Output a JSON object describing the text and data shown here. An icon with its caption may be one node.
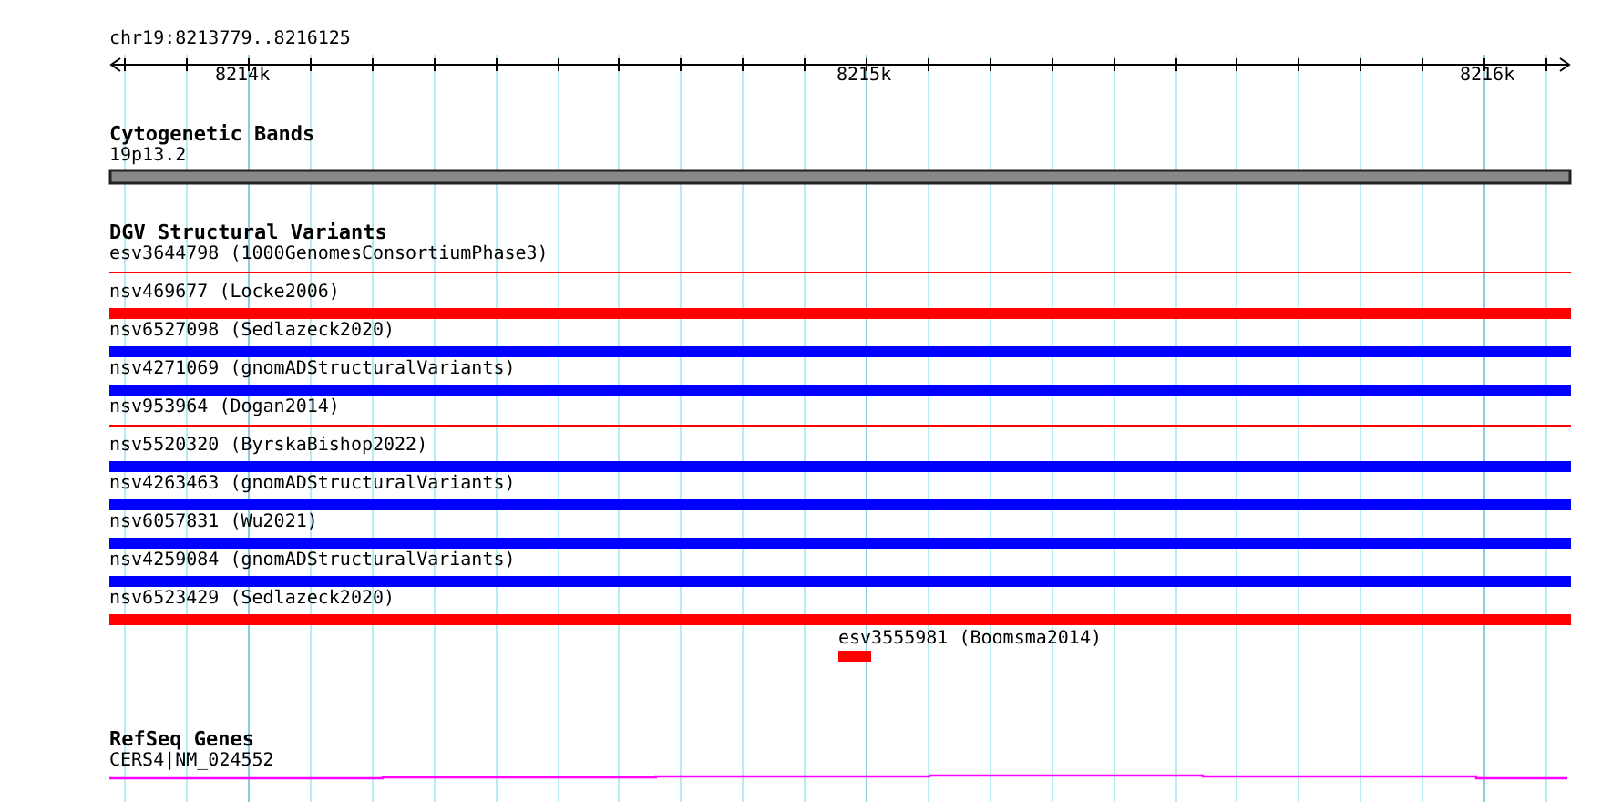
{
  "diagram": {
    "labels": [
      "chr19:8213779..8216125",
      "8214k",
      "8215k",
      "8216k",
      "Cytogenetic Bands",
      "19p13.2",
      "DGV Structural Variants",
      "esv3644798 (1000GenomesConsortiumPhase3)",
      "nsv469677 (Locke2006)",
      "nsv6527098 (Sedlazeck2020)",
      "nsv4271069 (gnomADStructuralVariants)",
      "nsv953964 (Dogan2014)",
      "nsv5520320 (ByrskaBishop2022)",
      "nsv4263463 (gnomADStructuralVariants)",
      "nsv6057831 (Wu2021)",
      "nsv4259084 (gnomADStructuralVariants)",
      "nsv6523429 (Sedlazeck2020)",
      "esv3555981 (Boomsma2014)",
      "RefSeq Genes",
      "CERS4|NM_024552"
    ]
  }
}
